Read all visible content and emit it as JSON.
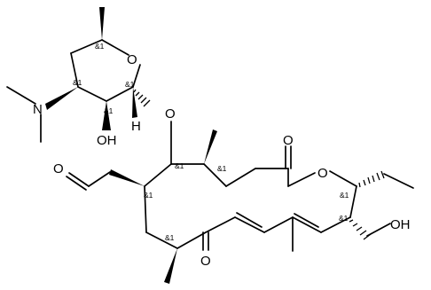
{
  "molecule": {
    "atom_labels": {
      "O1": "O",
      "O2": "O",
      "O3": "O",
      "O4": "O",
      "O5": "O",
      "N1": "N",
      "OH1": "OH",
      "OH2": "OH",
      "H1": "H"
    },
    "stereo_marker": "&1"
  }
}
